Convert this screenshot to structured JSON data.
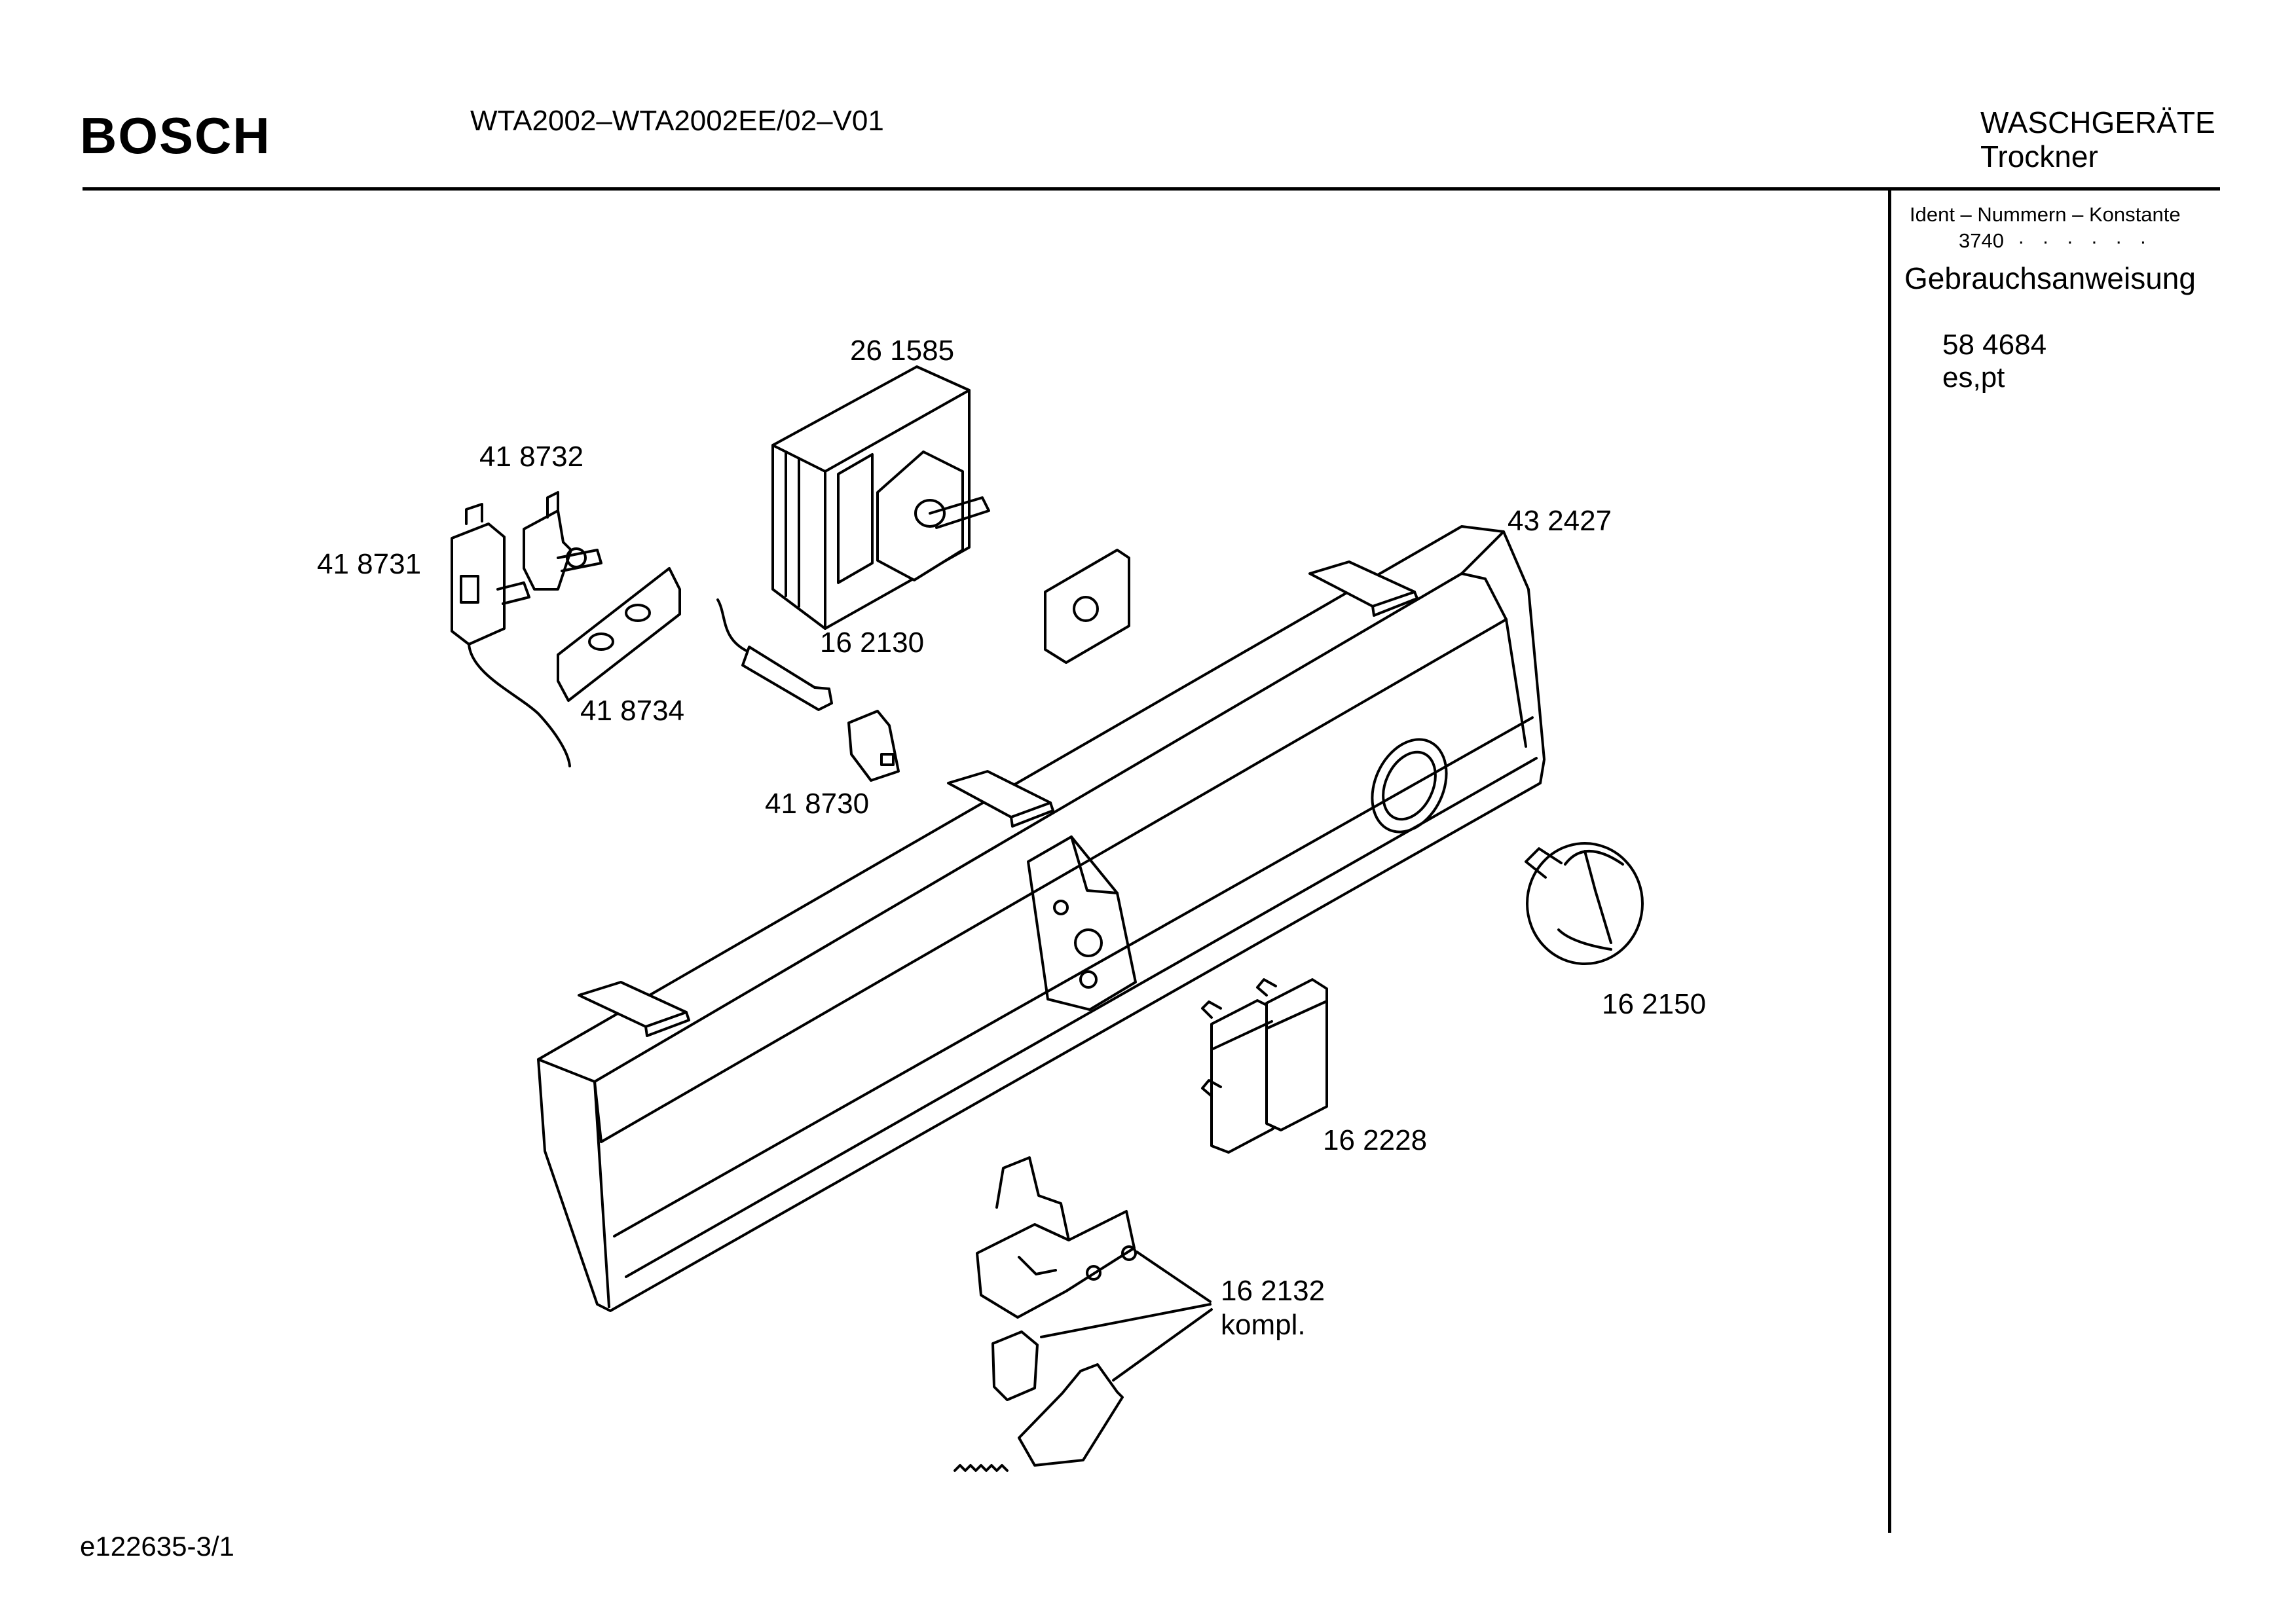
{
  "header": {
    "brand": "BOSCH",
    "model": "WTA2002–WTA2002EE/02–V01",
    "category_line1": "WASCHGERÄTE",
    "category_line2": "Trockner"
  },
  "sidebar": {
    "ident_heading": "Ident – Nummern – Konstante",
    "ident_value": "3740",
    "ident_dots": ". . . . . .",
    "manual_heading": "Gebrauchsanweisung",
    "manual_number": "58 4684",
    "manual_languages": "es,pt"
  },
  "parts": {
    "p261585": "26 1585",
    "p418732": "41 8732",
    "p418731": "41 8731",
    "p432427": "43 2427",
    "p162130": "16 2130",
    "p418734": "41 8734",
    "p418730": "41 8730",
    "p162150": "16 2150",
    "p162228": "16 2228",
    "p162132": "16 2132",
    "p162132_note": "kompl."
  },
  "footer": {
    "drawing_id": "e122635-3/1"
  }
}
